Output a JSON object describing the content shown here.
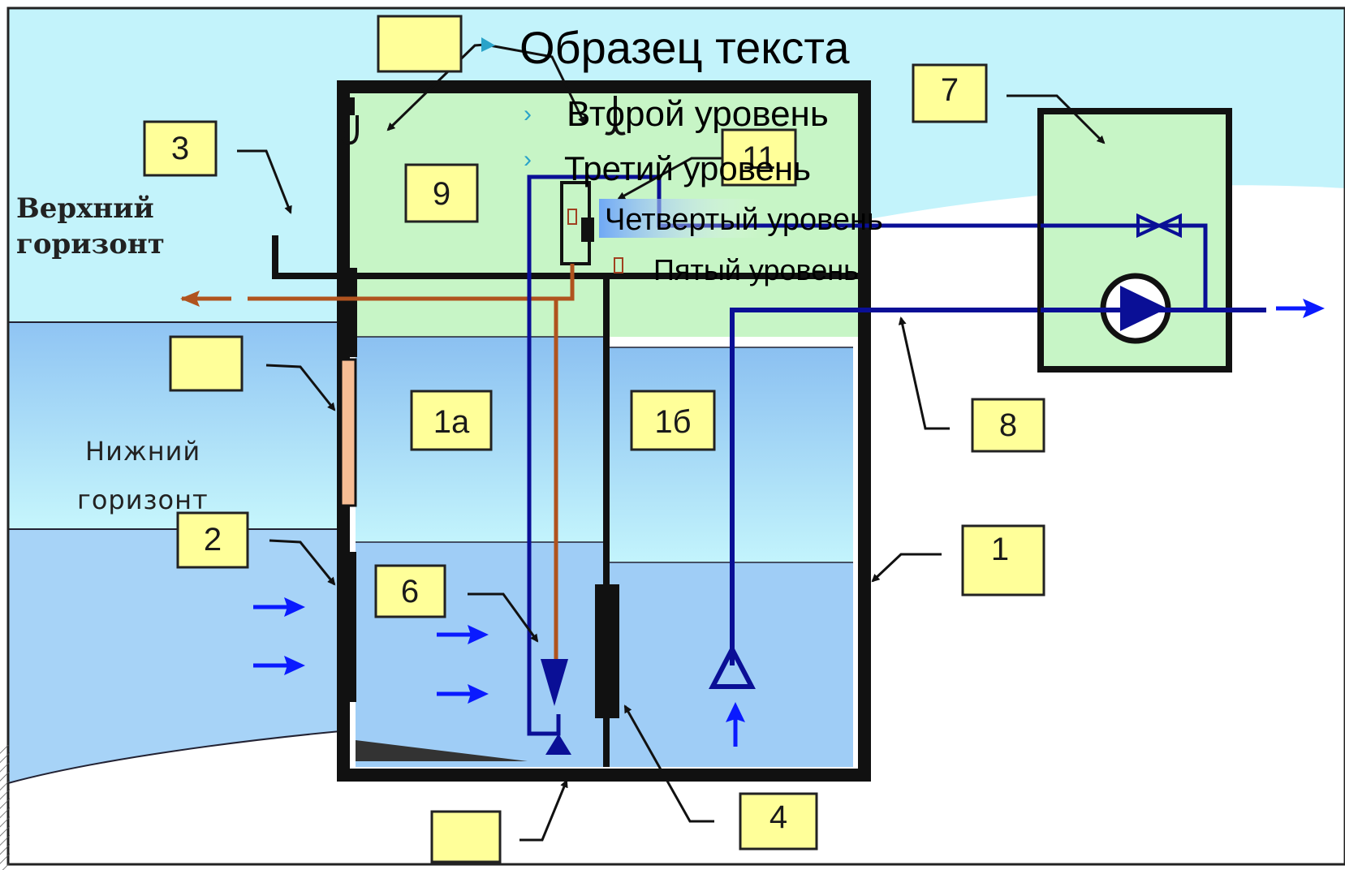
{
  "areas": {
    "upper_horizon": "Верхний горизонт",
    "lower_horizon": "Нижний горизонт"
  },
  "labels": {
    "l1": "1",
    "l1a": "1а",
    "l1b": "1б",
    "l2": "2",
    "l3": "3",
    "l4": "4",
    "l6": "6",
    "l7": "7",
    "l8": "8",
    "l9": "9",
    "l11": "11"
  },
  "placeholder": {
    "title": "Образец текста",
    "level2": "Второй уровень",
    "level3": "Третий уровень",
    "level4": "Четвертый уровень",
    "level5": "Пятый уровень"
  },
  "colors": {
    "sky": "#c3f3fb",
    "upper_ground": "#c2f0fa",
    "lower_ground": "#a7d3f7",
    "chamber_green": "#c7f5c6",
    "water": "#9fcdf6",
    "pipe_blue": "#0a0f96",
    "pipe_brown": "#b0531e",
    "label_fill": "#ffff99",
    "arrow_blue": "#0a1aff"
  }
}
